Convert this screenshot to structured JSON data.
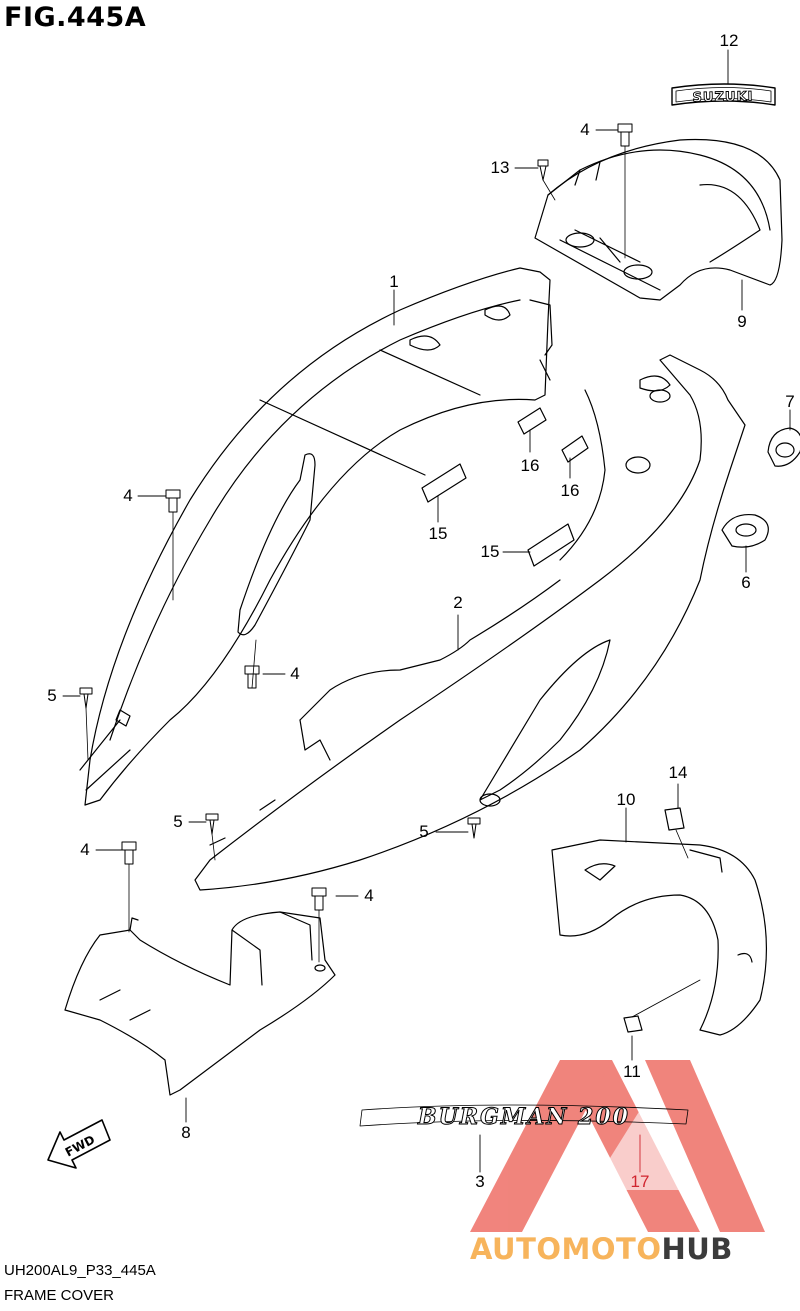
{
  "title": "FIG.445A",
  "diagram_code": "UH200AL9_P33_445A",
  "caption": "FRAME COVER",
  "callouts": [
    {
      "label": "12"
    },
    {
      "label": "4"
    },
    {
      "label": "13"
    },
    {
      "label": "9"
    },
    {
      "label": "1"
    },
    {
      "label": "7"
    },
    {
      "label": "16"
    },
    {
      "label": "16"
    },
    {
      "label": "4"
    },
    {
      "label": "15"
    },
    {
      "label": "15"
    },
    {
      "label": "6"
    },
    {
      "label": "2"
    },
    {
      "label": "4"
    },
    {
      "label": "5"
    },
    {
      "label": "14"
    },
    {
      "label": "10"
    },
    {
      "label": "5"
    },
    {
      "label": "5"
    },
    {
      "label": "4"
    },
    {
      "label": "4"
    },
    {
      "label": "11"
    },
    {
      "label": "8"
    },
    {
      "label": "3"
    },
    {
      "label": "17"
    }
  ],
  "emblems": {
    "suzuki": "SUZUKI",
    "burgman": "BURGMAN 200"
  },
  "fwd_label": "FWD",
  "watermark": {
    "part1": "AUTOMOTO",
    "part2": "HUB"
  },
  "colors": {
    "line": "#000000",
    "watermark_triangle": "#ee6f66",
    "watermark_text_1": "#f7b45c",
    "watermark_text_2": "#3b3b3b",
    "highlight_callout": "#d0252f"
  }
}
